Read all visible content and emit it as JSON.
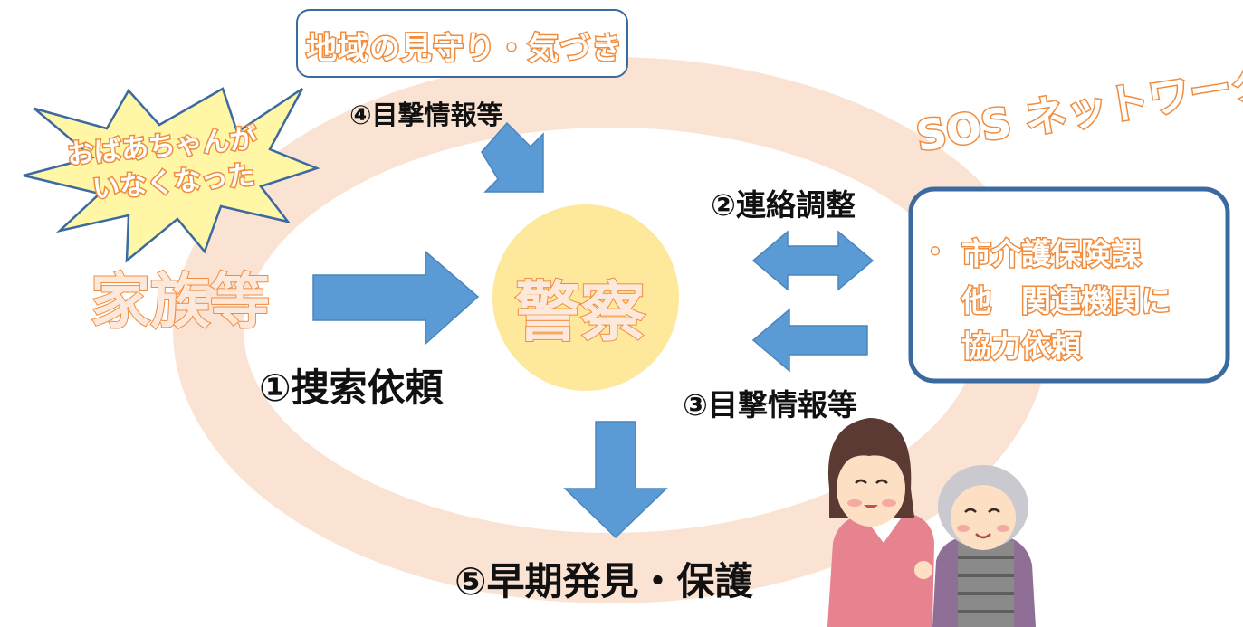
{
  "title_box": {
    "text": "地域の見守り・気づき"
  },
  "network_label": "SOS ネットワーク",
  "alert_bubble": {
    "line1": "おばあちゃんが",
    "line2": "いなくなった"
  },
  "family_label": "家族等",
  "police_label": "警察",
  "steps": {
    "s1": "①捜索依頼",
    "s2": "②連絡調整",
    "s3": "③目撃情報等",
    "s4": "④目撃情報等",
    "s5": "⑤早期発見・保護"
  },
  "partner_box": {
    "bullet": "・",
    "line1": "市介護保険課",
    "line2": "他　関連機関に",
    "line3": "協力依頼"
  },
  "colors": {
    "ring": "#fbe3d4",
    "police_circle": "#fde89c",
    "arrow": "#5b9bd5",
    "orange_text": "#f08c3e",
    "box_border": "#3b6aa0",
    "starburst": "#fff6a6"
  }
}
